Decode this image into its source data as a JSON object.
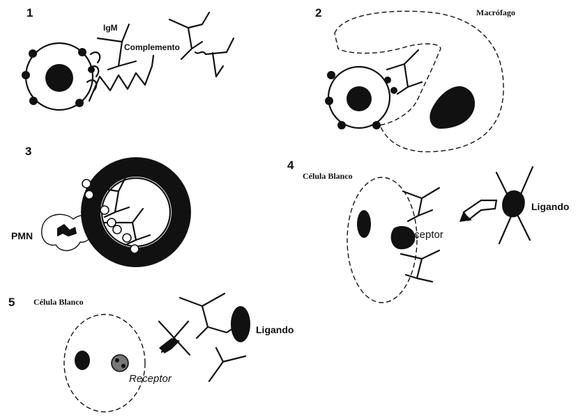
{
  "panels": [
    {
      "number": "1",
      "labels": {
        "igm": "IgM",
        "complement": "Complemento"
      }
    },
    {
      "number": "2",
      "labels": {
        "macrophage": "Macrófago"
      }
    },
    {
      "number": "3",
      "labels": {
        "pmn": "PMN"
      }
    },
    {
      "number": "4",
      "labels": {
        "target_cell": "Célula Blanco",
        "receptor": "Receptor",
        "ligand": "Ligando"
      }
    },
    {
      "number": "5",
      "labels": {
        "target_cell": "Célula Blanco",
        "receptor": "Receptor",
        "ligand": "Ligando"
      }
    }
  ],
  "colors": {
    "ink": "#111111",
    "background": "#ffffff"
  }
}
